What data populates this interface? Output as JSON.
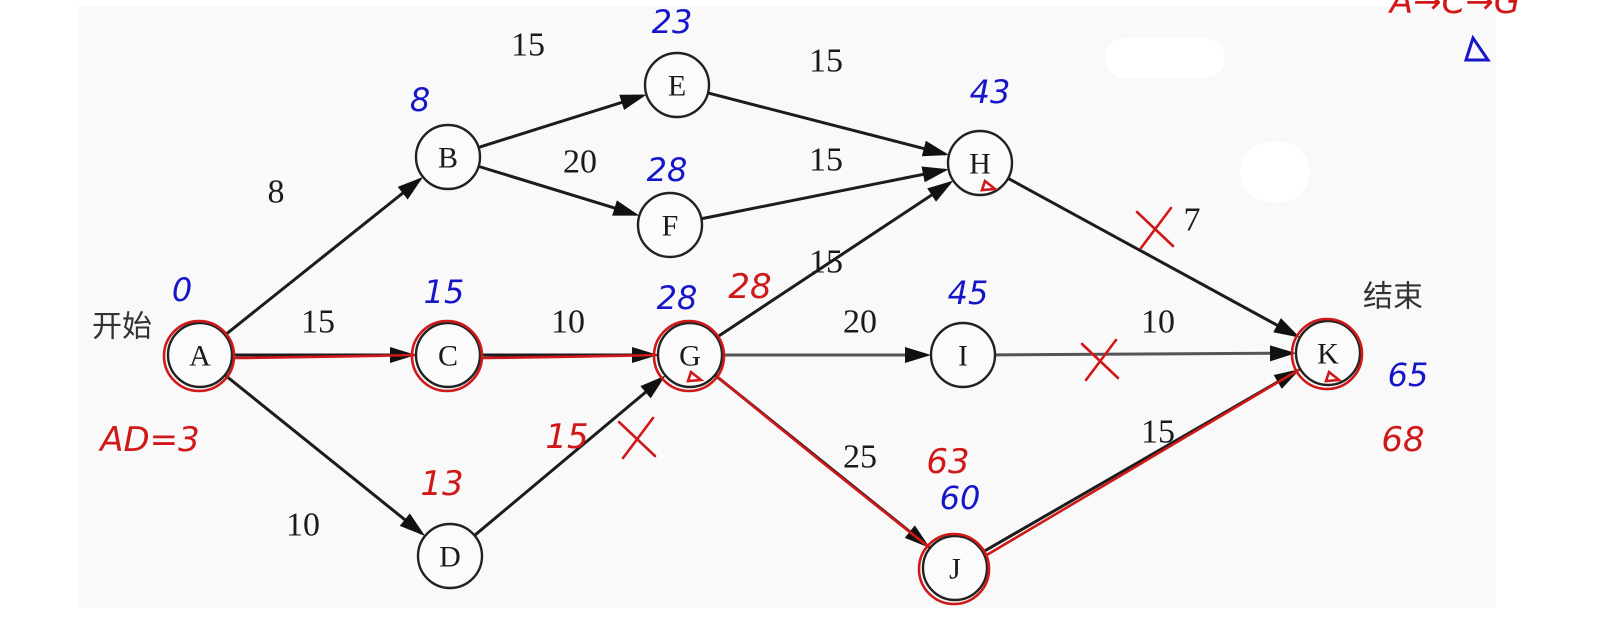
{
  "diagram": {
    "title_start": "开始",
    "title_end": "结束",
    "nodes": [
      {
        "id": "A",
        "label": "A",
        "earliest": "0",
        "critical": true
      },
      {
        "id": "B",
        "label": "B",
        "earliest": "8",
        "critical": false
      },
      {
        "id": "C",
        "label": "C",
        "earliest": "15",
        "critical": true
      },
      {
        "id": "D",
        "label": "D",
        "earliest": "13",
        "critical": false
      },
      {
        "id": "E",
        "label": "E",
        "earliest": "23",
        "critical": false
      },
      {
        "id": "F",
        "label": "F",
        "earliest": "28",
        "critical": false
      },
      {
        "id": "G",
        "label": "G",
        "earliest": "28",
        "critical": true
      },
      {
        "id": "H",
        "label": "H",
        "earliest": "43",
        "critical": false
      },
      {
        "id": "I",
        "label": "I",
        "earliest": "45",
        "critical": false
      },
      {
        "id": "J",
        "label": "J",
        "earliest": "60",
        "critical": true
      },
      {
        "id": "K",
        "label": "K",
        "earliest": "65",
        "critical": true
      }
    ],
    "edges": [
      {
        "from": "A",
        "to": "B",
        "weight": "8",
        "crossed": false,
        "critical": false
      },
      {
        "from": "A",
        "to": "C",
        "weight": "15",
        "crossed": false,
        "critical": true
      },
      {
        "from": "A",
        "to": "D",
        "weight": "10",
        "crossed": false,
        "critical": false
      },
      {
        "from": "B",
        "to": "E",
        "weight": "15",
        "crossed": false,
        "critical": false
      },
      {
        "from": "B",
        "to": "F",
        "weight": "20",
        "crossed": false,
        "critical": false
      },
      {
        "from": "C",
        "to": "G",
        "weight": "10",
        "crossed": false,
        "critical": true
      },
      {
        "from": "D",
        "to": "G",
        "weight": "15",
        "crossed": true,
        "critical": false
      },
      {
        "from": "E",
        "to": "H",
        "weight": "15",
        "crossed": false,
        "critical": false
      },
      {
        "from": "F",
        "to": "H",
        "weight": "15",
        "crossed": false,
        "critical": false
      },
      {
        "from": "G",
        "to": "H",
        "weight": "15",
        "crossed": false,
        "critical": false
      },
      {
        "from": "G",
        "to": "I",
        "weight": "20",
        "crossed": false,
        "critical": false
      },
      {
        "from": "G",
        "to": "J",
        "weight": "25",
        "crossed": false,
        "critical": true
      },
      {
        "from": "H",
        "to": "K",
        "weight": "7",
        "crossed": true,
        "critical": false
      },
      {
        "from": "I",
        "to": "K",
        "weight": "10",
        "crossed": true,
        "critical": false
      },
      {
        "from": "J",
        "to": "K",
        "weight": "15",
        "crossed": false,
        "critical": true
      }
    ],
    "annotations": {
      "ad_note": "AD=3",
      "d_red": "13",
      "dg_red": "15",
      "g_red": "28",
      "j_red": "63",
      "k_red": "68",
      "top_right_red": "A→C→G"
    },
    "colors": {
      "annotation_blue": "#1616c8",
      "annotation_red": "#d01818",
      "panel_bg": "#f9f9f9"
    }
  }
}
